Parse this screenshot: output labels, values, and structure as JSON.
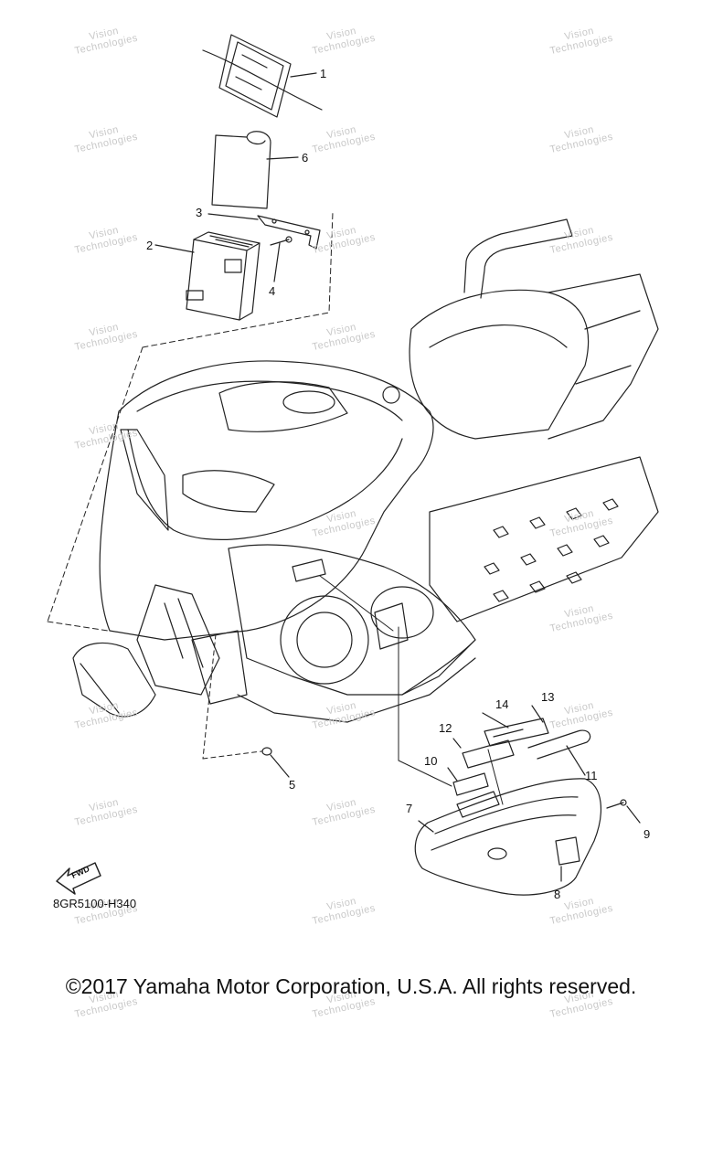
{
  "diagram": {
    "callouts": [
      "1",
      "2",
      "3",
      "4",
      "5",
      "6",
      "7",
      "8",
      "9",
      "10",
      "11",
      "12",
      "13",
      "14"
    ],
    "fwd_label": "FWD",
    "part_code": "8GR5100-H340",
    "watermark_text": "Vision\nTechnologies"
  },
  "footer": {
    "copyright": "©2017 Yamaha Motor Corporation, U.S.A. All rights reserved."
  }
}
